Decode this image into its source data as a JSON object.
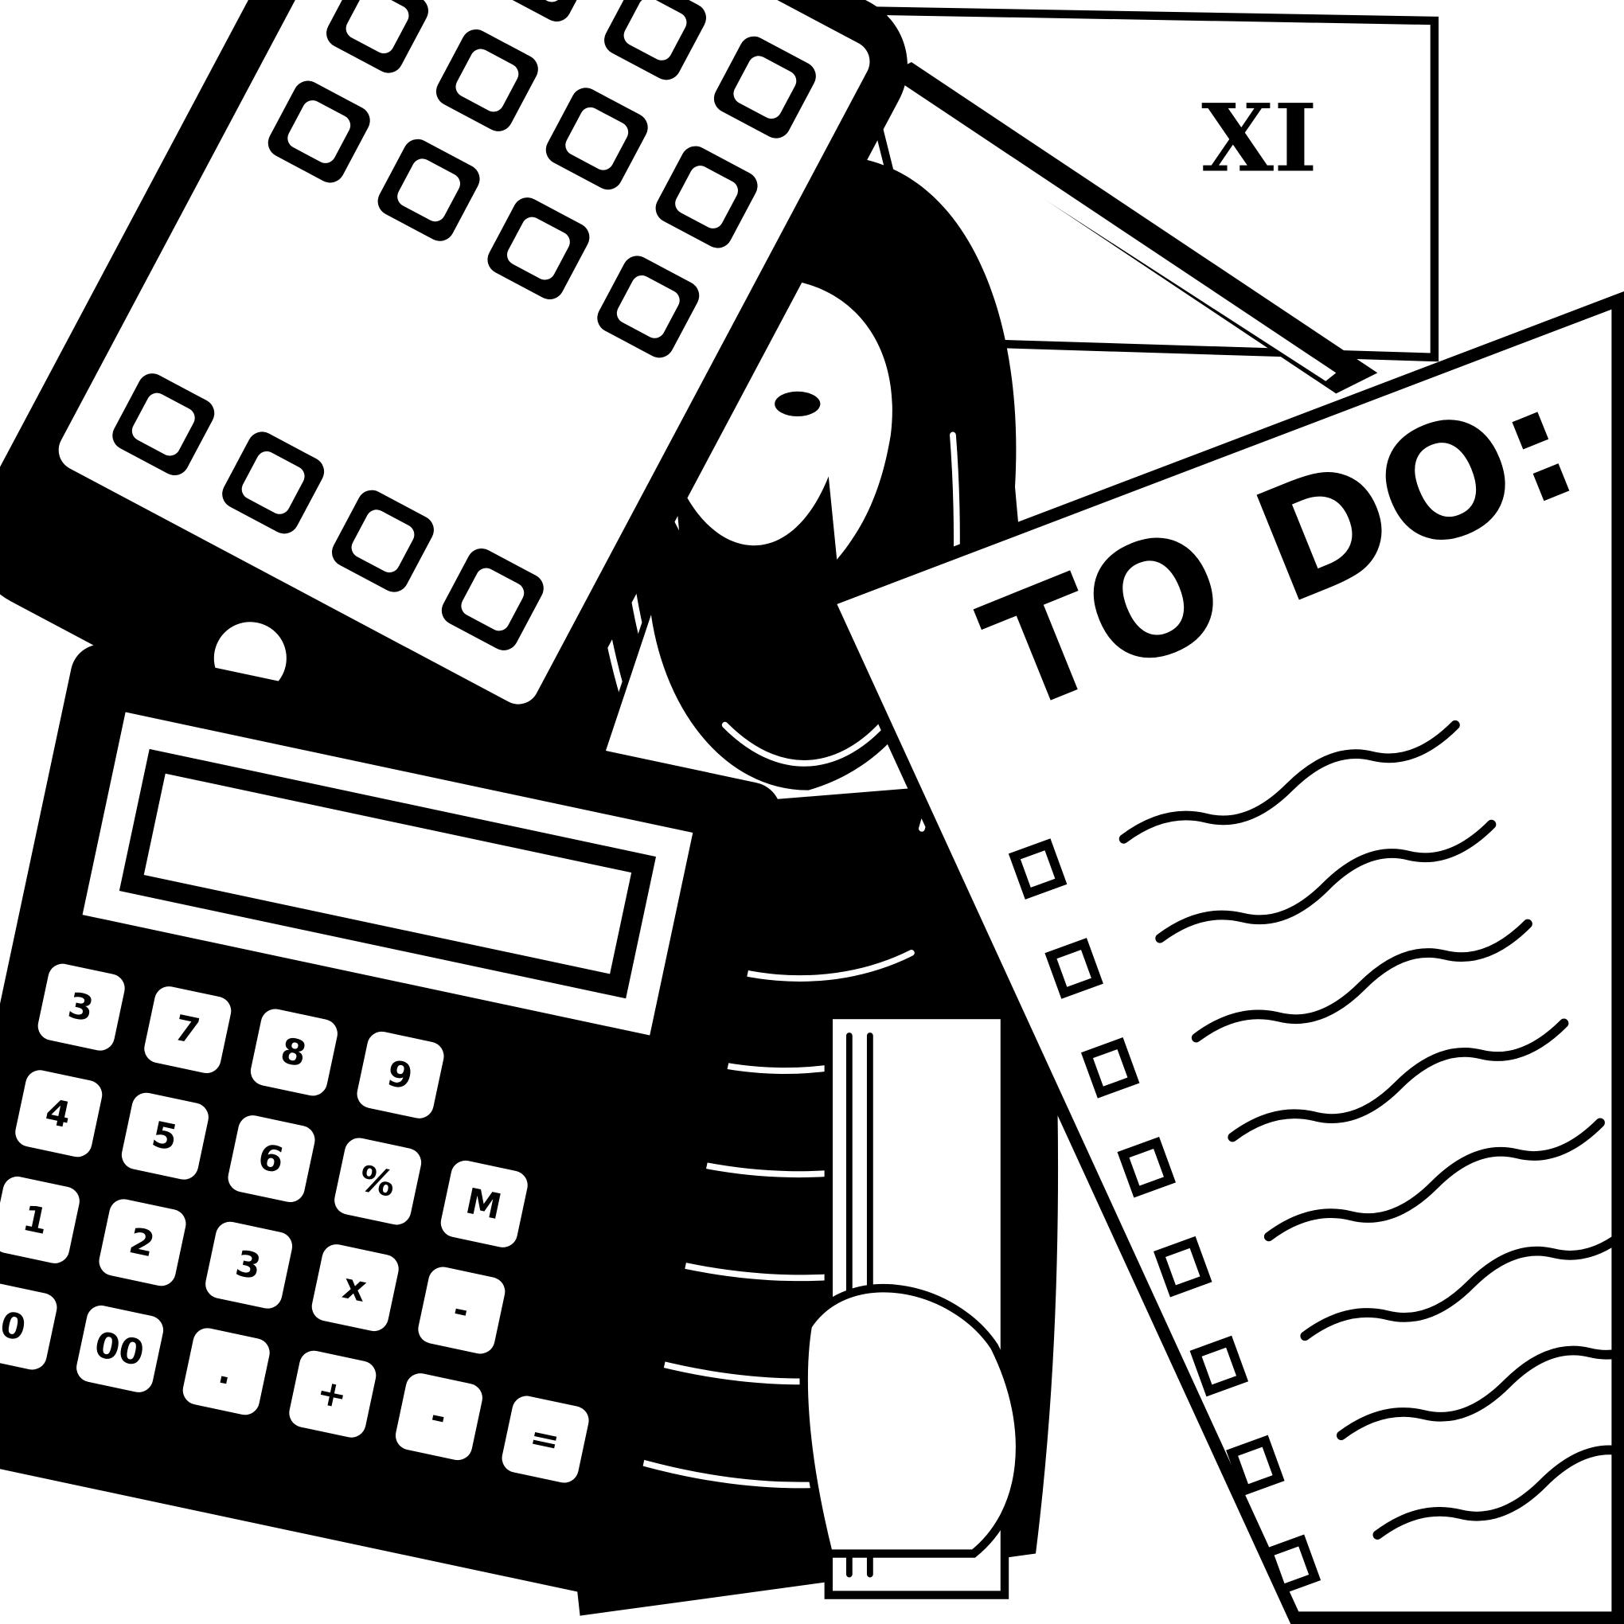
{
  "artwork": {
    "style": "black and white linocut",
    "colors": {
      "ink": "#000000",
      "paper": "#ffffff"
    }
  },
  "icon_card": {
    "numeral": "XI"
  },
  "todo_list": {
    "heading": "TO DO:",
    "checkbox_count": 8,
    "checked": [
      false,
      false,
      false,
      false,
      false,
      false,
      false,
      false
    ]
  },
  "calculator": {
    "keys": [
      [
        "3",
        "7",
        "8",
        "9"
      ],
      [
        "4",
        "5",
        "6",
        "%",
        "M"
      ],
      [
        "1",
        "2",
        "3",
        "x",
        "-"
      ],
      [
        "0",
        "00",
        ".",
        "+",
        "-",
        "="
      ]
    ]
  },
  "phone": {
    "app_icon_count": 16
  }
}
